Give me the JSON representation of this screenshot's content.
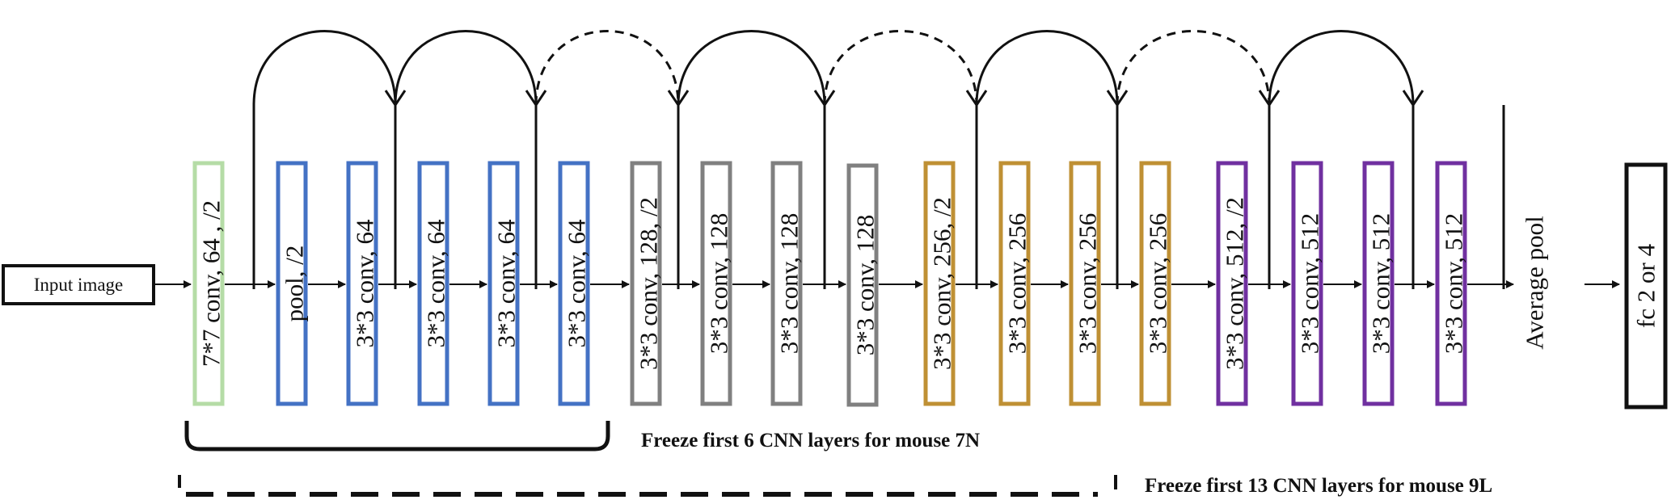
{
  "input": {
    "label": "Input image"
  },
  "output": {
    "label": "fc 2 or 4"
  },
  "average_pool": {
    "label": "Average pool"
  },
  "layers": [
    {
      "label": "7*7 conv, 64 , /2",
      "color": "#b5dca6"
    },
    {
      "label": "pool, /2",
      "color": "#4472c4"
    },
    {
      "label": "3*3 conv, 64",
      "color": "#4472c4"
    },
    {
      "label": "3*3 conv, 64",
      "color": "#4472c4"
    },
    {
      "label": "3*3 conv, 64",
      "color": "#4472c4"
    },
    {
      "label": "3*3 conv, 64",
      "color": "#4472c4"
    },
    {
      "label": "3*3 conv, 128, /2",
      "color": "#808080"
    },
    {
      "label": "3*3 conv, 128",
      "color": "#808080"
    },
    {
      "label": "3*3 conv, 128",
      "color": "#808080"
    },
    {
      "label": "3*3 conv, 128",
      "color": "#808080"
    },
    {
      "label": "3*3 conv, 256, /2",
      "color": "#bf9034"
    },
    {
      "label": "3*3 conv, 256",
      "color": "#bf9034"
    },
    {
      "label": "3*3 conv, 256",
      "color": "#bf9034"
    },
    {
      "label": "3*3 conv, 256",
      "color": "#bf9034"
    },
    {
      "label": "3*3 conv, 512, /2",
      "color": "#7030a0"
    },
    {
      "label": "3*3 conv, 512",
      "color": "#7030a0"
    },
    {
      "label": "3*3 conv, 512",
      "color": "#7030a0"
    },
    {
      "label": "3*3 conv, 512",
      "color": "#7030a0"
    }
  ],
  "skip_connections": [
    {
      "from_layer": 1,
      "to_layer": 3,
      "style": "solid"
    },
    {
      "from_layer": 3,
      "to_layer": 5,
      "style": "solid"
    },
    {
      "from_layer": 5,
      "to_layer": 7,
      "style": "dashed"
    },
    {
      "from_layer": 7,
      "to_layer": 9,
      "style": "solid"
    },
    {
      "from_layer": 9,
      "to_layer": 11,
      "style": "dashed"
    },
    {
      "from_layer": 11,
      "to_layer": 13,
      "style": "solid"
    },
    {
      "from_layer": 13,
      "to_layer": 15,
      "style": "dashed"
    },
    {
      "from_layer": 15,
      "to_layer": 17,
      "style": "solid"
    }
  ],
  "freeze_notes": [
    {
      "text": "Freeze first 6 CNN layers for mouse 7N",
      "style": "solid"
    },
    {
      "text": "Freeze first 13 CNN layers for mouse 9L",
      "style": "dashed"
    }
  ]
}
